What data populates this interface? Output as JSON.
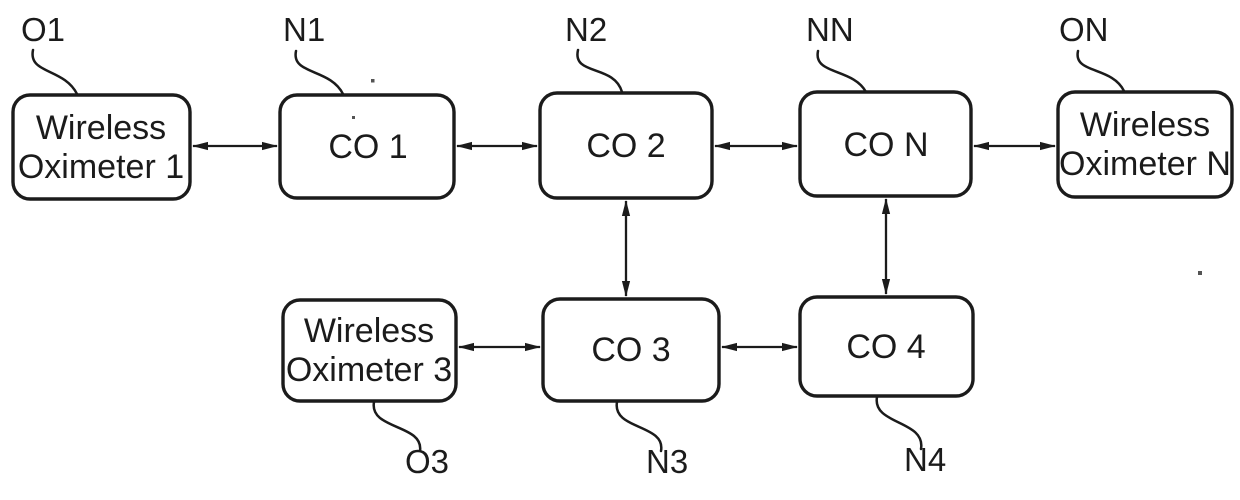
{
  "colors": {
    "ink": "#1b1b1b",
    "background": "#ffffff"
  },
  "nodes": {
    "wo1": {
      "line1": "Wireless",
      "line2": "Oximeter 1"
    },
    "co1": {
      "label": "CO 1"
    },
    "co2": {
      "label": "CO 2"
    },
    "con": {
      "label": "CO N"
    },
    "won": {
      "line1": "Wireless",
      "line2": "Oximeter N"
    },
    "wo3": {
      "line1": "Wireless",
      "line2": "Oximeter 3"
    },
    "co3": {
      "label": "CO 3"
    },
    "co4": {
      "label": "CO 4"
    }
  },
  "refs": {
    "o1": "O1",
    "n1": "N1",
    "n2": "N2",
    "nn": "NN",
    "on": "ON",
    "o3": "O3",
    "n3": "N3",
    "n4": "N4"
  }
}
